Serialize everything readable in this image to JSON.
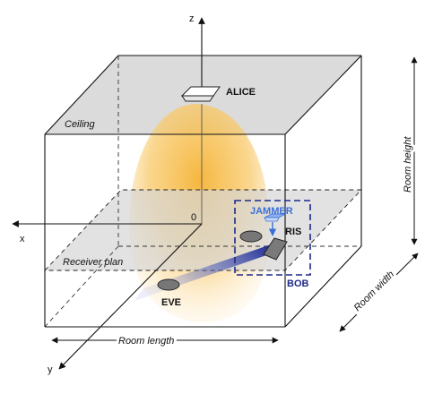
{
  "axes": {
    "z": "z",
    "x": "x",
    "y": "y",
    "origin": "0"
  },
  "nodes": {
    "alice": "ALICE",
    "jammer": "JAMMER",
    "ris": "RIS",
    "bob": "BOB",
    "eve": "EVE"
  },
  "planes": {
    "ceiling": "Ceiling",
    "receiver": "Receiver plan"
  },
  "dimensions": {
    "length": "Room  length",
    "width": "Room  width",
    "height": "Room  height"
  },
  "colors": {
    "light_cone": "#f5b335",
    "beam": "#2233aa",
    "jammer": "#3a6fd8",
    "bob_box": "#1e2a8a",
    "plane": "#cfcfcf"
  }
}
